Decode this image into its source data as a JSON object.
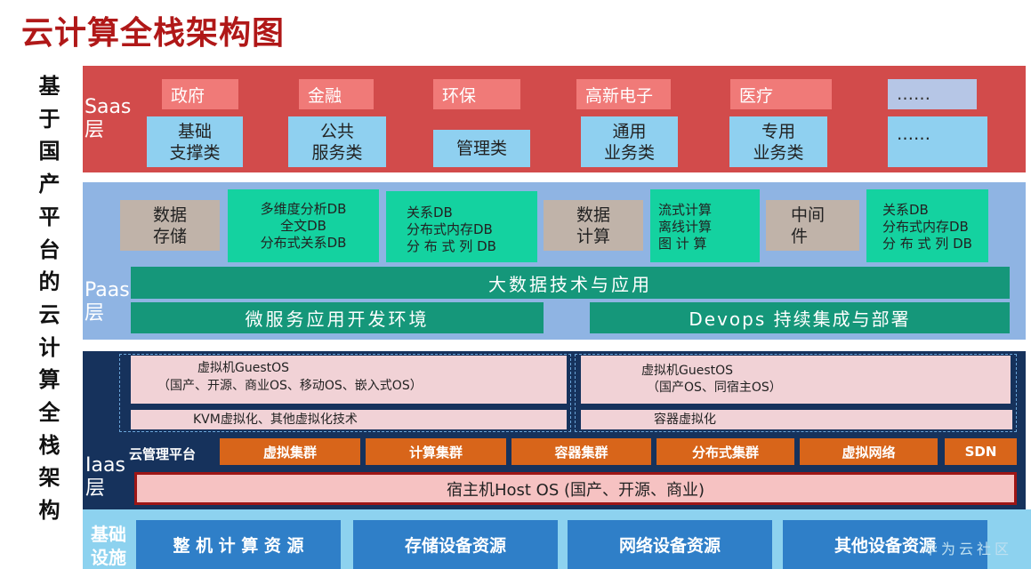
{
  "title": "云计算全栈架构图",
  "side_chars": [
    "基",
    "于",
    "国",
    "产",
    "平",
    "台",
    "的",
    "云",
    "计",
    "算",
    "全",
    "栈",
    "架",
    "构"
  ],
  "saas": {
    "label": [
      "Saas",
      "层"
    ],
    "industries": [
      "政府",
      "金融",
      "环保",
      "高新电子",
      "医疗",
      "……"
    ],
    "categories": [
      [
        "基础",
        "支撑类"
      ],
      [
        "公共",
        "服务类"
      ],
      [
        "管理类"
      ],
      [
        "通用",
        "业务类"
      ],
      [
        "专用",
        "业务类"
      ],
      [
        "……"
      ]
    ]
  },
  "paas": {
    "label": [
      "Paas",
      "层"
    ],
    "data_storage": [
      "数据",
      "存储"
    ],
    "db_group1": [
      "多维度分析DB",
      "全文DB",
      "分布式关系DB"
    ],
    "db_group2": [
      "关系DB",
      "分布式内存DB",
      "分 布 式 列 DB"
    ],
    "data_compute": [
      "数据",
      "计算"
    ],
    "compute_group": [
      "流式计算",
      "离线计算",
      "图 计 算"
    ],
    "middleware": [
      "中间",
      "件"
    ],
    "db_group3": [
      "关系DB",
      "分布式内存DB",
      "分 布 式 列 DB"
    ],
    "bigdata": "大数据技术与应用",
    "microservice": "微服务应用开发环境",
    "devops": "Devops 持续集成与部署"
  },
  "iaas": {
    "label": [
      "Iaas",
      "层"
    ],
    "vm_left": [
      "虚拟机GuestOS",
      "（国产、开源、商业OS、移动OS、嵌入式OS）"
    ],
    "kvm": "KVM虚拟化、其他虚拟化技术",
    "vm_right": [
      "虚拟机GuestOS",
      "（国产OS、同宿主OS）"
    ],
    "container_virt": "容器虚拟化",
    "mgmt_platform": "云管理平台",
    "clusters": [
      "虚拟集群",
      "计算集群",
      "容器集群",
      "分布式集群",
      "虚拟网络",
      "SDN"
    ],
    "host_os": "宿主机Host OS (国产、开源、商业)"
  },
  "infra": {
    "label": [
      "基础",
      "设施"
    ],
    "resources": [
      "整 机 计 算 资 源",
      "存储设备资源",
      "网络设备资源",
      "其他设备资源"
    ]
  },
  "watermark": "华为云社区"
}
